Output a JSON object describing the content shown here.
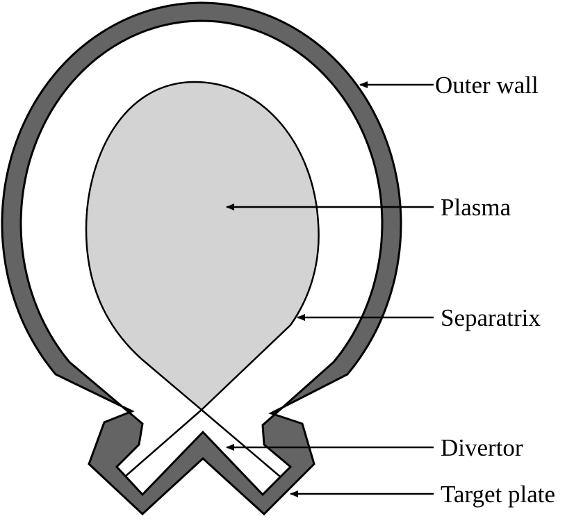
{
  "diagram": {
    "labels": {
      "outer_wall": "Outer wall",
      "plasma": "Plasma",
      "separatrix": "Separatrix",
      "divertor": "Divertor",
      "target_plate": "Target plate"
    },
    "colors": {
      "wall_fill": "#646464",
      "plasma_fill": "#d3d3d3",
      "line": "#000000",
      "background": "#ffffff"
    }
  }
}
